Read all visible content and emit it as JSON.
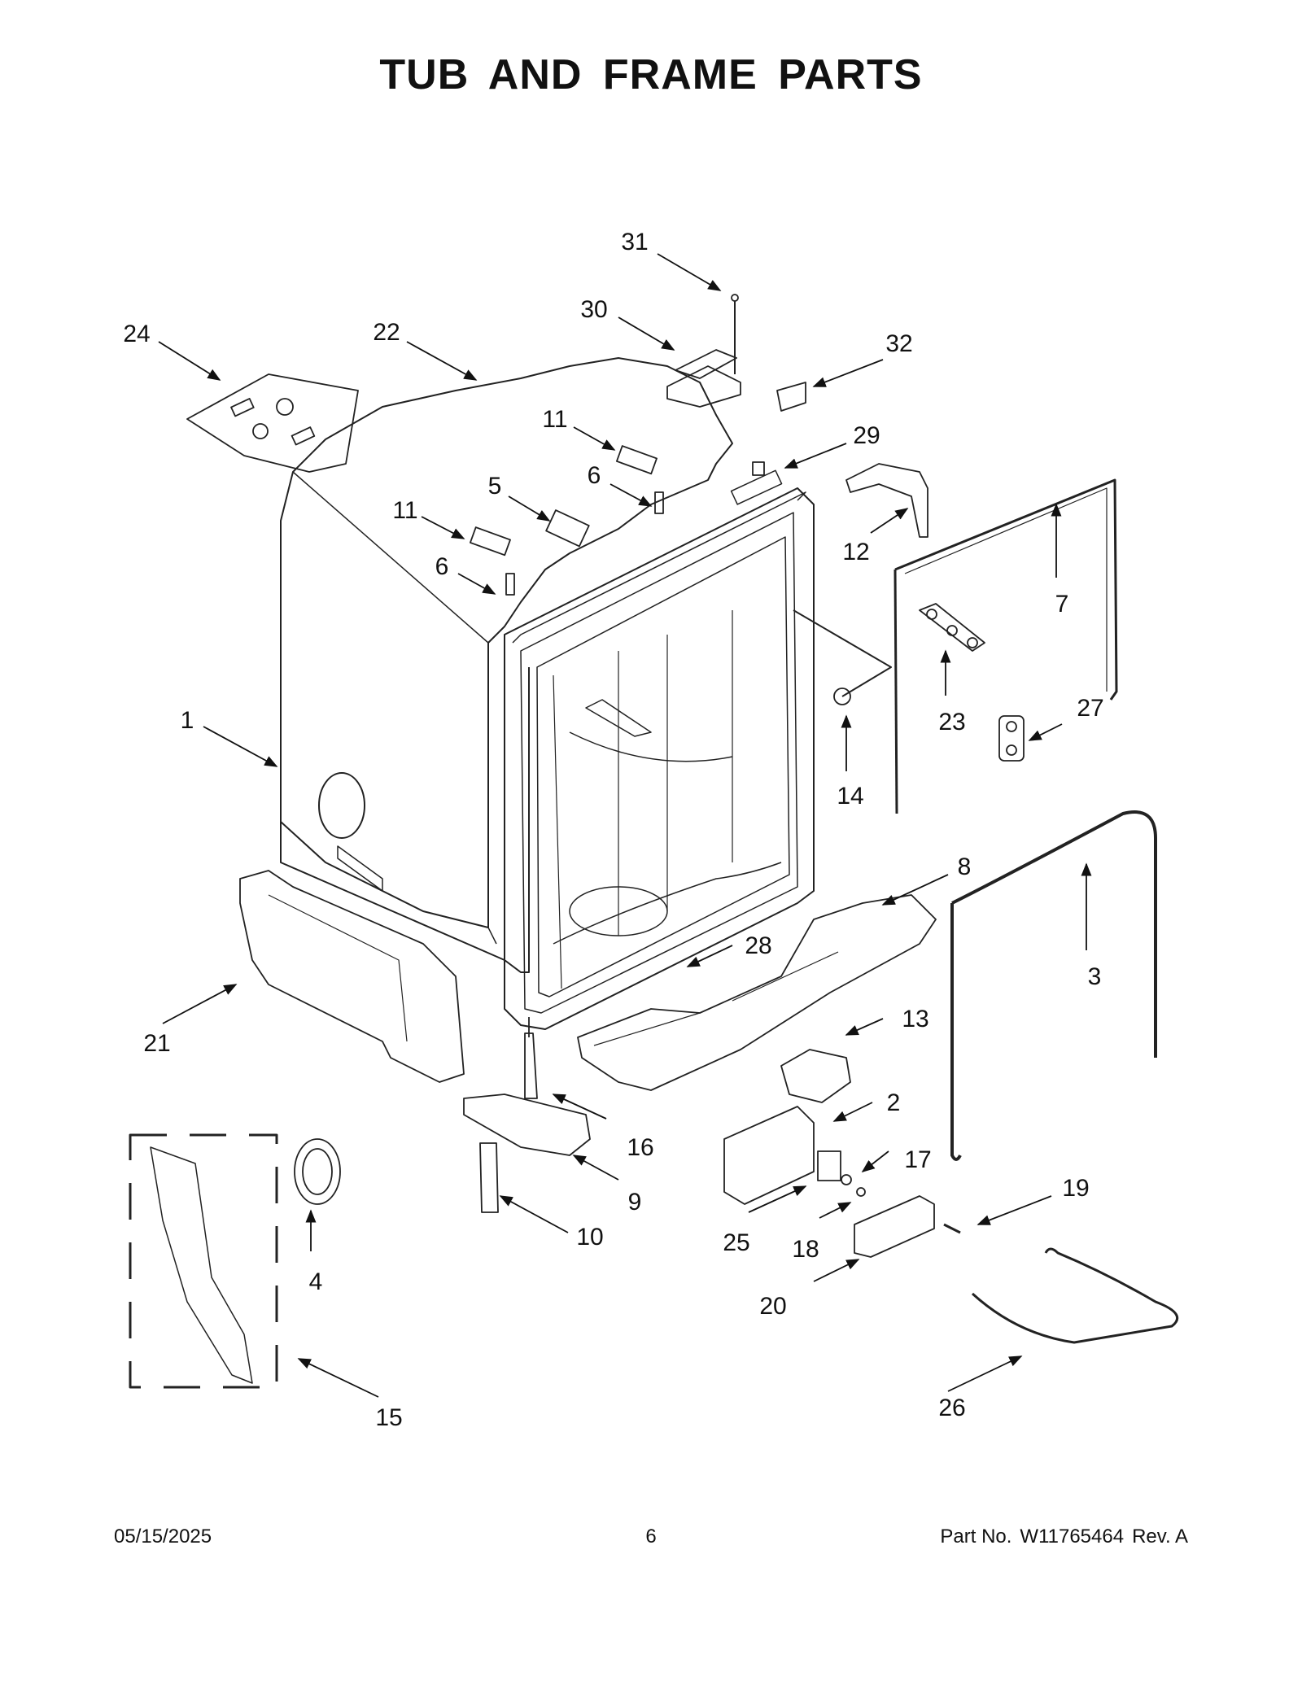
{
  "page": {
    "title": "TUB AND FRAME PARTS"
  },
  "callouts": [
    {
      "id": "1",
      "label": "1"
    },
    {
      "id": "2",
      "label": "2"
    },
    {
      "id": "3",
      "label": "3"
    },
    {
      "id": "4",
      "label": "4"
    },
    {
      "id": "5",
      "label": "5"
    },
    {
      "id": "6a",
      "label": "6"
    },
    {
      "id": "6b",
      "label": "6"
    },
    {
      "id": "7",
      "label": "7"
    },
    {
      "id": "8",
      "label": "8"
    },
    {
      "id": "9",
      "label": "9"
    },
    {
      "id": "10",
      "label": "10"
    },
    {
      "id": "11a",
      "label": "11"
    },
    {
      "id": "11b",
      "label": "11"
    },
    {
      "id": "12",
      "label": "12"
    },
    {
      "id": "13",
      "label": "13"
    },
    {
      "id": "14",
      "label": "14"
    },
    {
      "id": "15",
      "label": "15"
    },
    {
      "id": "16",
      "label": "16"
    },
    {
      "id": "17",
      "label": "17"
    },
    {
      "id": "18",
      "label": "18"
    },
    {
      "id": "19",
      "label": "19"
    },
    {
      "id": "20",
      "label": "20"
    },
    {
      "id": "21",
      "label": "21"
    },
    {
      "id": "22",
      "label": "22"
    },
    {
      "id": "23",
      "label": "23"
    },
    {
      "id": "24",
      "label": "24"
    },
    {
      "id": "25",
      "label": "25"
    },
    {
      "id": "26",
      "label": "26"
    },
    {
      "id": "27",
      "label": "27"
    },
    {
      "id": "28",
      "label": "28"
    },
    {
      "id": "29",
      "label": "29"
    },
    {
      "id": "30",
      "label": "30"
    },
    {
      "id": "31",
      "label": "31"
    },
    {
      "id": "32",
      "label": "32"
    }
  ],
  "footer": {
    "date": "05/15/2025",
    "page_number": "6",
    "part_label": "Part No.",
    "part_number": "W11765464",
    "revision": "Rev.  A"
  }
}
